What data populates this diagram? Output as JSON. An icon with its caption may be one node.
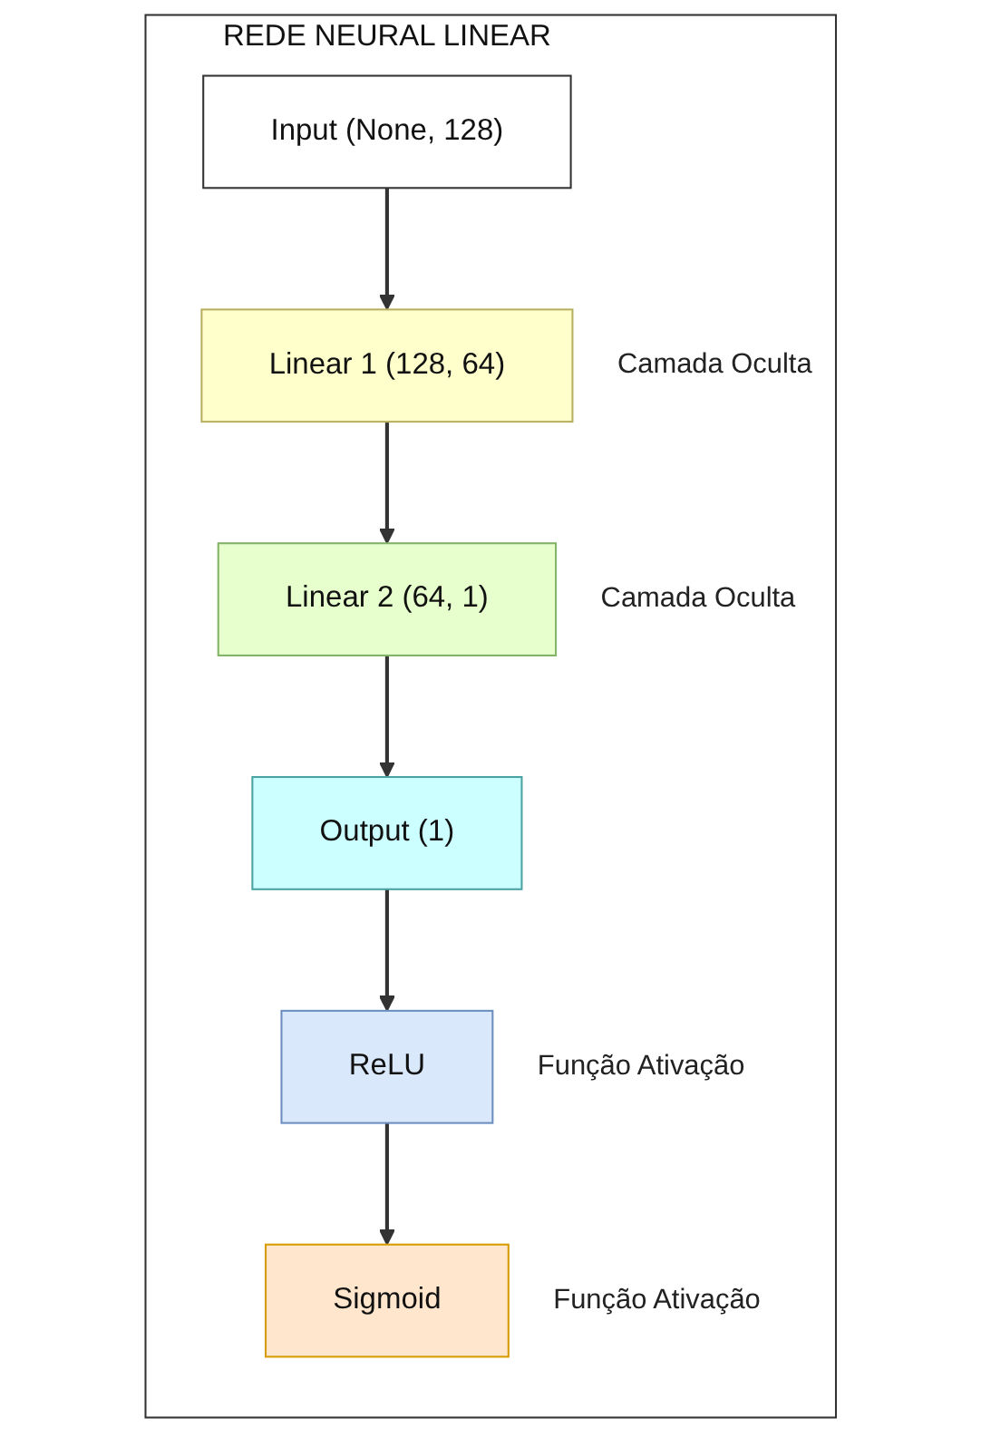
{
  "diagram": {
    "nodes": [
      {
        "text": [
          "REDE NEURAL LINEAR"
        ]
      },
      {
        "text": [
          "Input (None, 128)"
        ],
        "in": 0
      },
      {
        "text": [
          "Linear 1 (128, 64)"
        ],
        "in": 0,
        "beside": [
          "Camada Oculta"
        ]
      },
      {
        "text": [
          "Linear 2 (64, 1)"
        ],
        "in": 0,
        "beside": [
          "Camada Oculta"
        ]
      },
      {
        "text": [
          "Output (1)"
        ],
        "in": 0
      },
      {
        "text": [
          "ReLU"
        ],
        "in": 0,
        "beside": [
          "Função Ativação"
        ]
      },
      {
        "text": [
          "Sigmoid"
        ],
        "in": 0,
        "beside": [
          "Função Ativação"
        ]
      }
    ],
    "edges": [
      {
        "from": 1,
        "to": 2,
        "arrow": "to"
      },
      {
        "from": 2,
        "to": 3,
        "arrow": "to"
      },
      {
        "from": 3,
        "to": 4,
        "arrow": "to"
      },
      {
        "from": 4,
        "to": 5,
        "arrow": "to"
      },
      {
        "from": 5,
        "to": 6,
        "arrow": "to"
      }
    ]
  }
}
